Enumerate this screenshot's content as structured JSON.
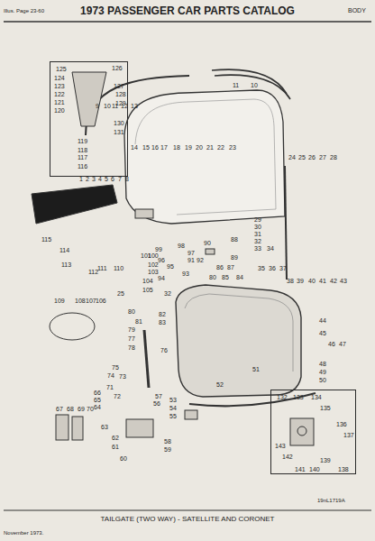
{
  "diagram": {
    "title": "1973 PASSENGER CAR PARTS CATALOG",
    "caption": "TAILGATE (TWO WAY) - SATELLITE AND CORONET",
    "nodes": [
      {
        "text": [
          "125",
          "126",
          "124",
          "123",
          "127",
          "122",
          "128",
          "121",
          "129",
          "120",
          "130",
          "119",
          "131",
          "118",
          "117",
          "116"
        ]
      },
      {
        "text": [
          "132",
          "133",
          "134",
          "135",
          "136",
          "137",
          "143",
          "142",
          "141",
          "140",
          "139",
          "138"
        ]
      }
    ],
    "labels": [
      "Illus. Page 23-60",
      "BODY",
      "November 1973.",
      "19nL1719A",
      "1",
      "2",
      "3",
      "4",
      "5",
      "6",
      "7",
      "8",
      "9",
      "10",
      "11",
      "12",
      "13",
      "14",
      "15",
      "16",
      "17",
      "18",
      "19",
      "20",
      "21",
      "22",
      "23",
      "24",
      "25",
      "26",
      "27",
      "28",
      "29",
      "30",
      "31",
      "32",
      "33",
      "34",
      "35",
      "36",
      "37",
      "38",
      "39",
      "40",
      "41",
      "42",
      "43",
      "44",
      "45",
      "46",
      "47",
      "48",
      "49",
      "50",
      "51",
      "52",
      "53",
      "54",
      "55",
      "56",
      "57",
      "58",
      "59",
      "60",
      "61",
      "62",
      "63",
      "64",
      "65",
      "66",
      "67",
      "68",
      "69",
      "70",
      "71",
      "72",
      "73",
      "74",
      "75",
      "76",
      "77",
      "78",
      "79",
      "80",
      "81",
      "82",
      "83",
      "84",
      "85",
      "86",
      "87",
      "88",
      "89",
      "90",
      "91",
      "92",
      "93",
      "94",
      "95",
      "96",
      "97",
      "98",
      "99",
      "100",
      "101",
      "102",
      "103",
      "104",
      "105",
      "106",
      "107",
      "108",
      "109",
      "110",
      "111",
      "112",
      "113",
      "114",
      "115",
      "11",
      "10",
      "25",
      "80",
      "32"
    ]
  }
}
